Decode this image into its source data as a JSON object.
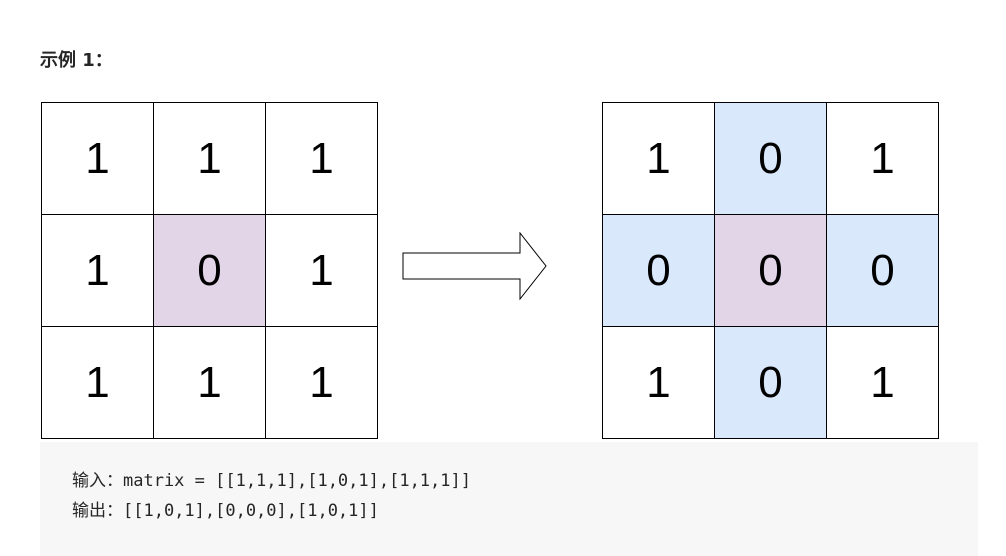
{
  "example": {
    "title": "示例 1："
  },
  "before": {
    "cells": [
      "1",
      "1",
      "1",
      "1",
      "0",
      "1",
      "1",
      "1",
      "1"
    ],
    "states": [
      "normal",
      "normal",
      "normal",
      "normal",
      "origin",
      "normal",
      "normal",
      "normal",
      "normal"
    ]
  },
  "after": {
    "cells": [
      "1",
      "0",
      "1",
      "0",
      "0",
      "0",
      "1",
      "0",
      "1"
    ],
    "states": [
      "normal",
      "zeroed",
      "normal",
      "zeroed",
      "origin",
      "zeroed",
      "normal",
      "zeroed",
      "normal"
    ]
  },
  "code": {
    "input_line": "输入：matrix = [[1,1,1],[1,0,1],[1,1,1]]",
    "output_line": "输出：[[1,0,1],[0,0,0],[1,0,1]]"
  },
  "colors": {
    "origin_cell": "#e1d5e7",
    "zeroed_cell": "#dae8fc",
    "code_background": "#f7f7f7",
    "grid_line": "#000000"
  },
  "icons": {
    "transform_arrow": "right-arrow-icon"
  }
}
